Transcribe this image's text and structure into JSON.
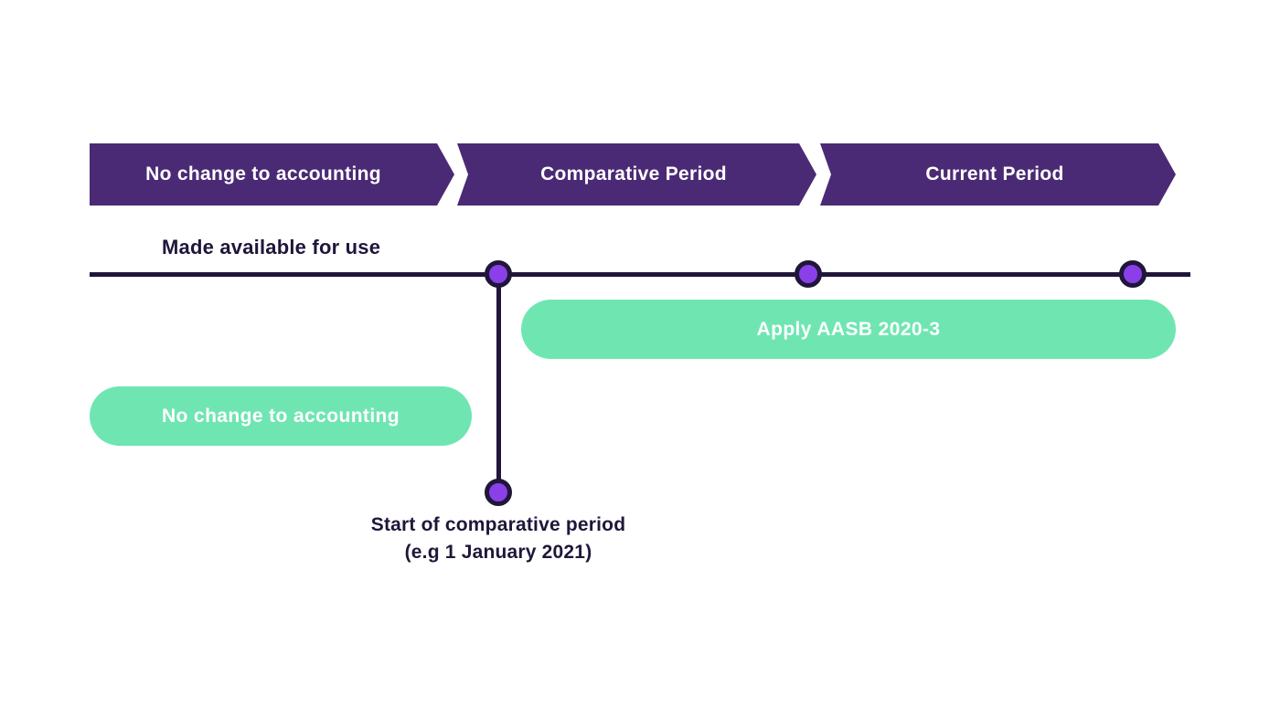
{
  "title": "AASB 2020-3 application timeline diagram",
  "colors": {
    "banner_purple": "#4b2a75",
    "timeline_dark": "#201639",
    "dot_violet": "#8a3fe8",
    "pill_green": "#6fe6b2",
    "text_on_fill": "#ffffff",
    "background": "#ffffff"
  },
  "banners": [
    {
      "label": "No change to accounting"
    },
    {
      "label": "Comparative Period"
    },
    {
      "label": "Current Period"
    }
  ],
  "timeline": {
    "made_available_label": "Made available for use",
    "start_label_line1": "Start of comparative period",
    "start_label_line2": "(e.g 1 January 2021)",
    "marker_count": 4
  },
  "pills": {
    "apply_label": "Apply AASB 2020-3",
    "no_change_label": "No change to accounting"
  }
}
